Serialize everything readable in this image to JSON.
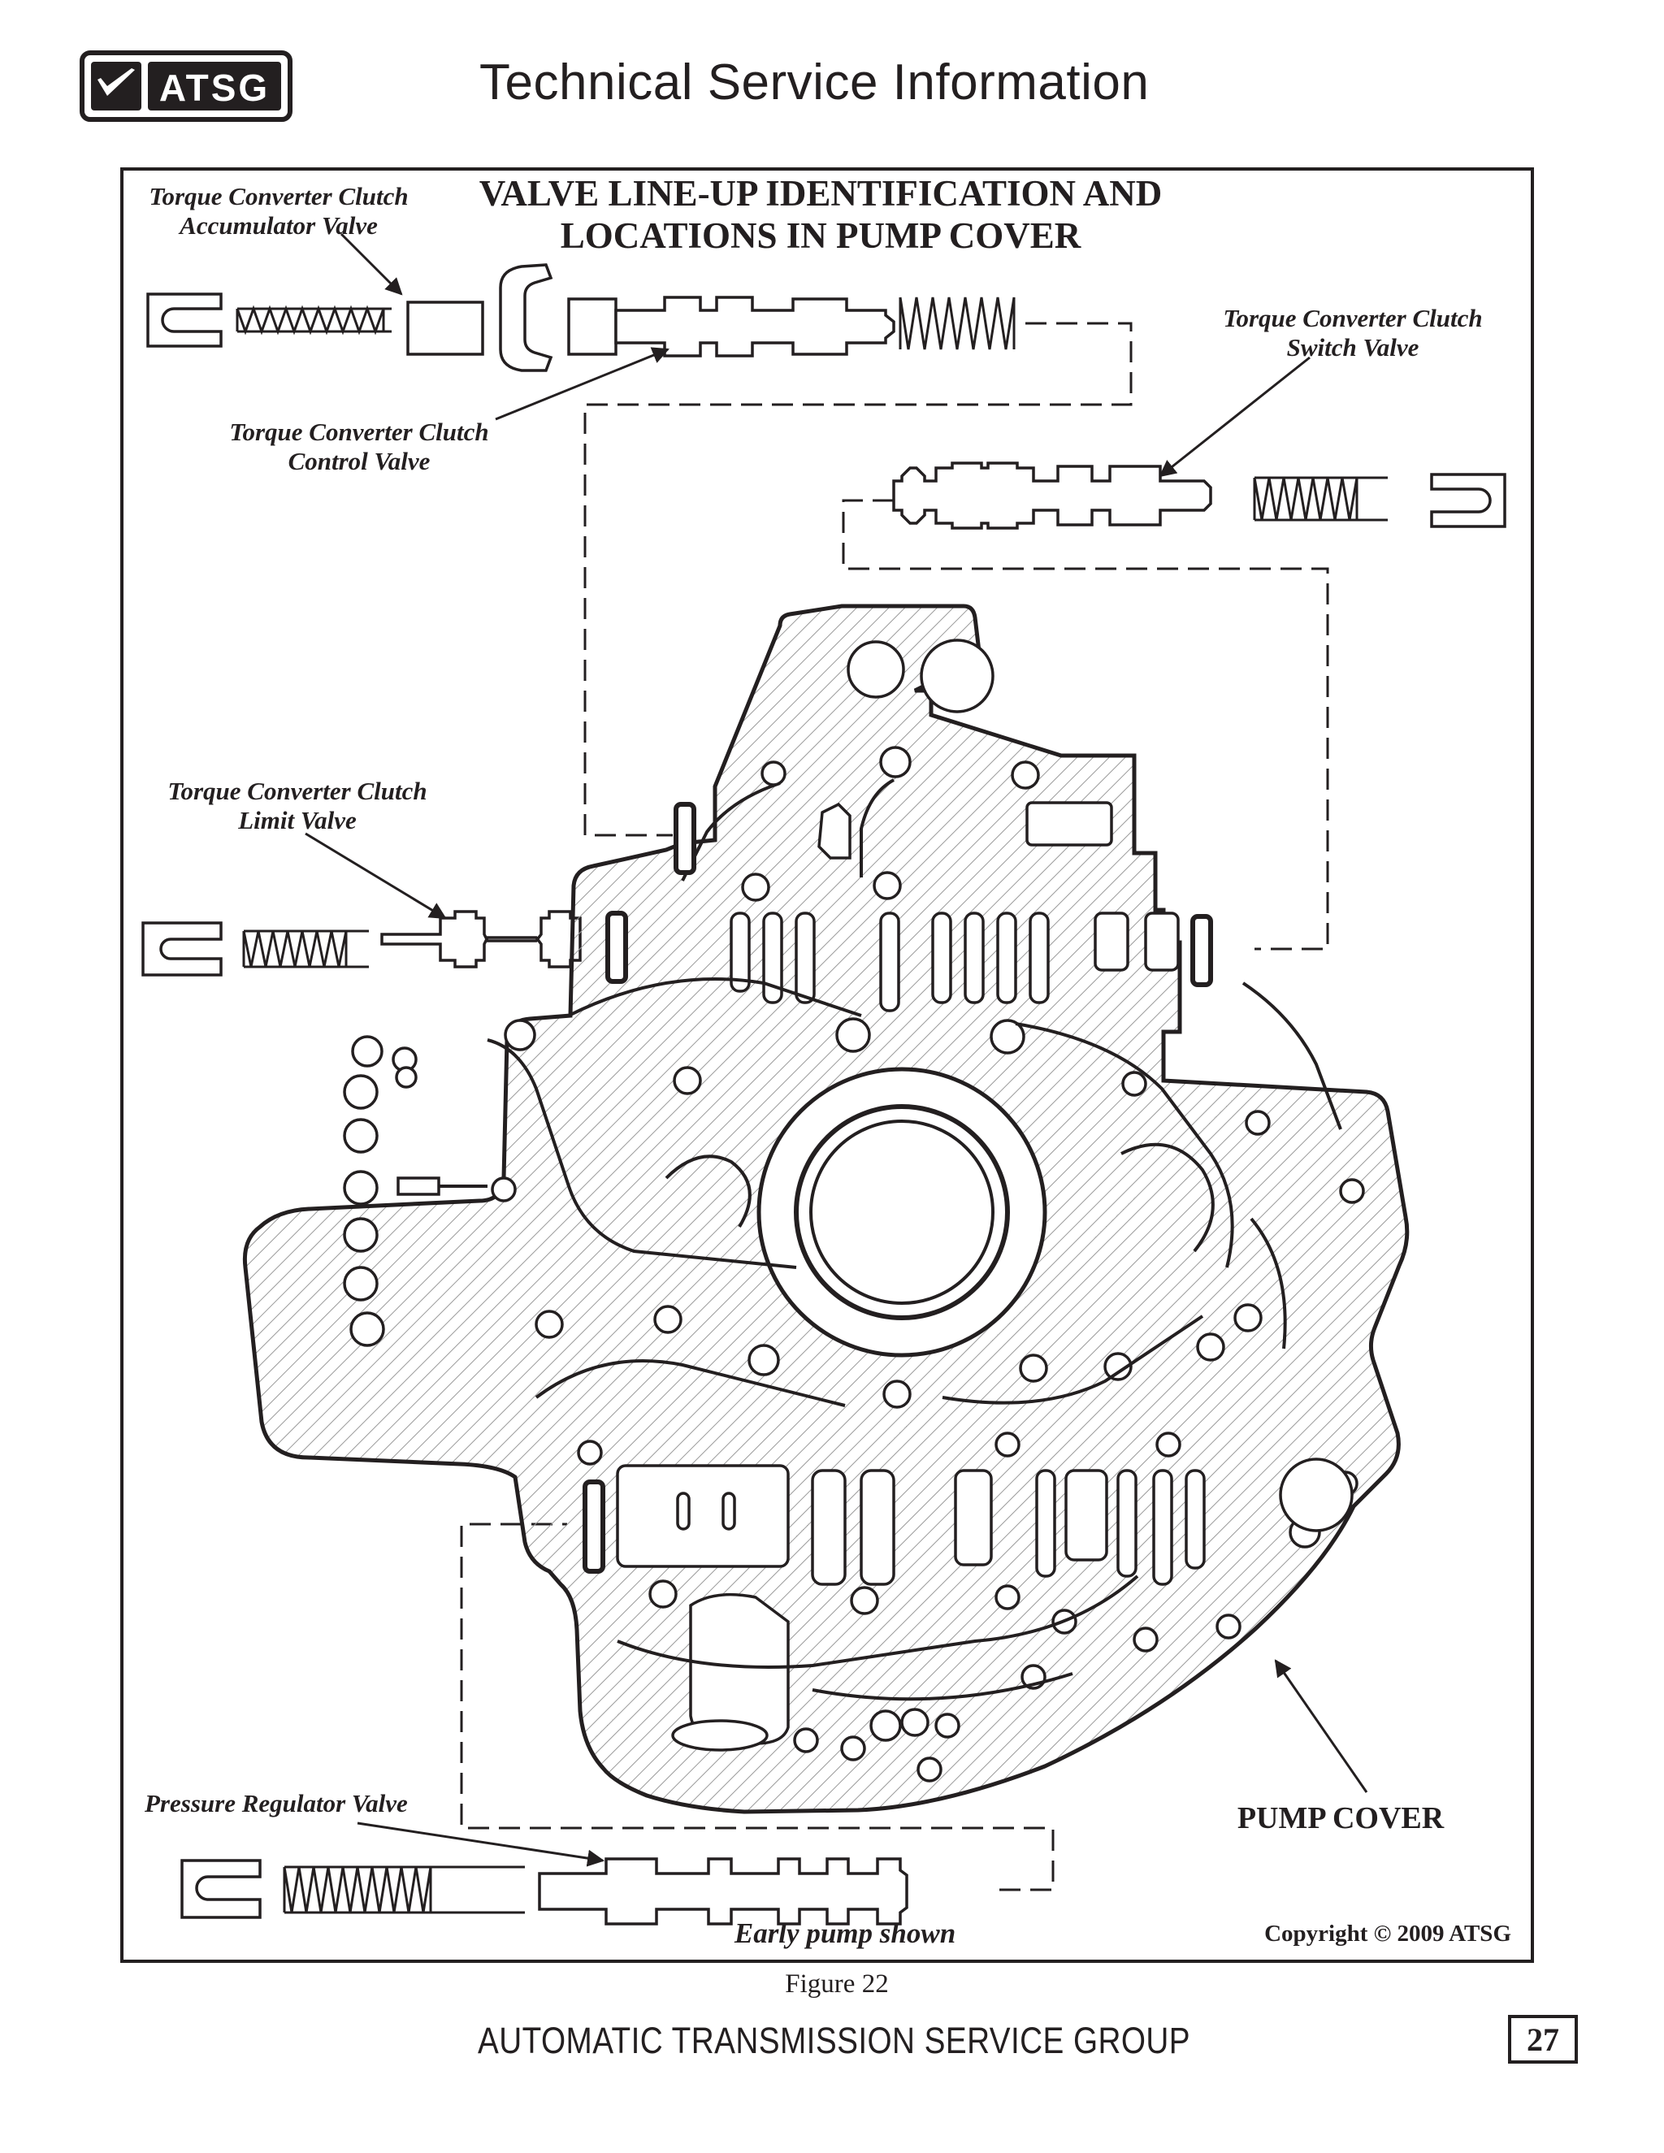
{
  "header": {
    "logo_text": "ATSG",
    "title": "Technical Service Information"
  },
  "figure": {
    "title_line1": "VALVE LINE-UP IDENTIFICATION AND",
    "title_line2": "LOCATIONS IN PUMP COVER",
    "labels": {
      "accumulator_valve_line1": "Torque Converter Clutch",
      "accumulator_valve_line2": "Accumulator Valve",
      "control_valve_line1": "Torque Converter Clutch",
      "control_valve_line2": "Control Valve",
      "switch_valve_line1": "Torque Converter Clutch",
      "switch_valve_line2": "Switch Valve",
      "limit_valve_line1": "Torque Converter Clutch",
      "limit_valve_line2": "Limit Valve",
      "pressure_regulator_valve": "Pressure Regulator Valve",
      "pump_cover": "PUMP COVER",
      "early_pump": "Early pump shown",
      "copyright": "Copyright © 2009 ATSG"
    },
    "caption": "Figure 22"
  },
  "footer": {
    "organization": "AUTOMATIC TRANSMISSION SERVICE GROUP",
    "page_number": "27"
  }
}
